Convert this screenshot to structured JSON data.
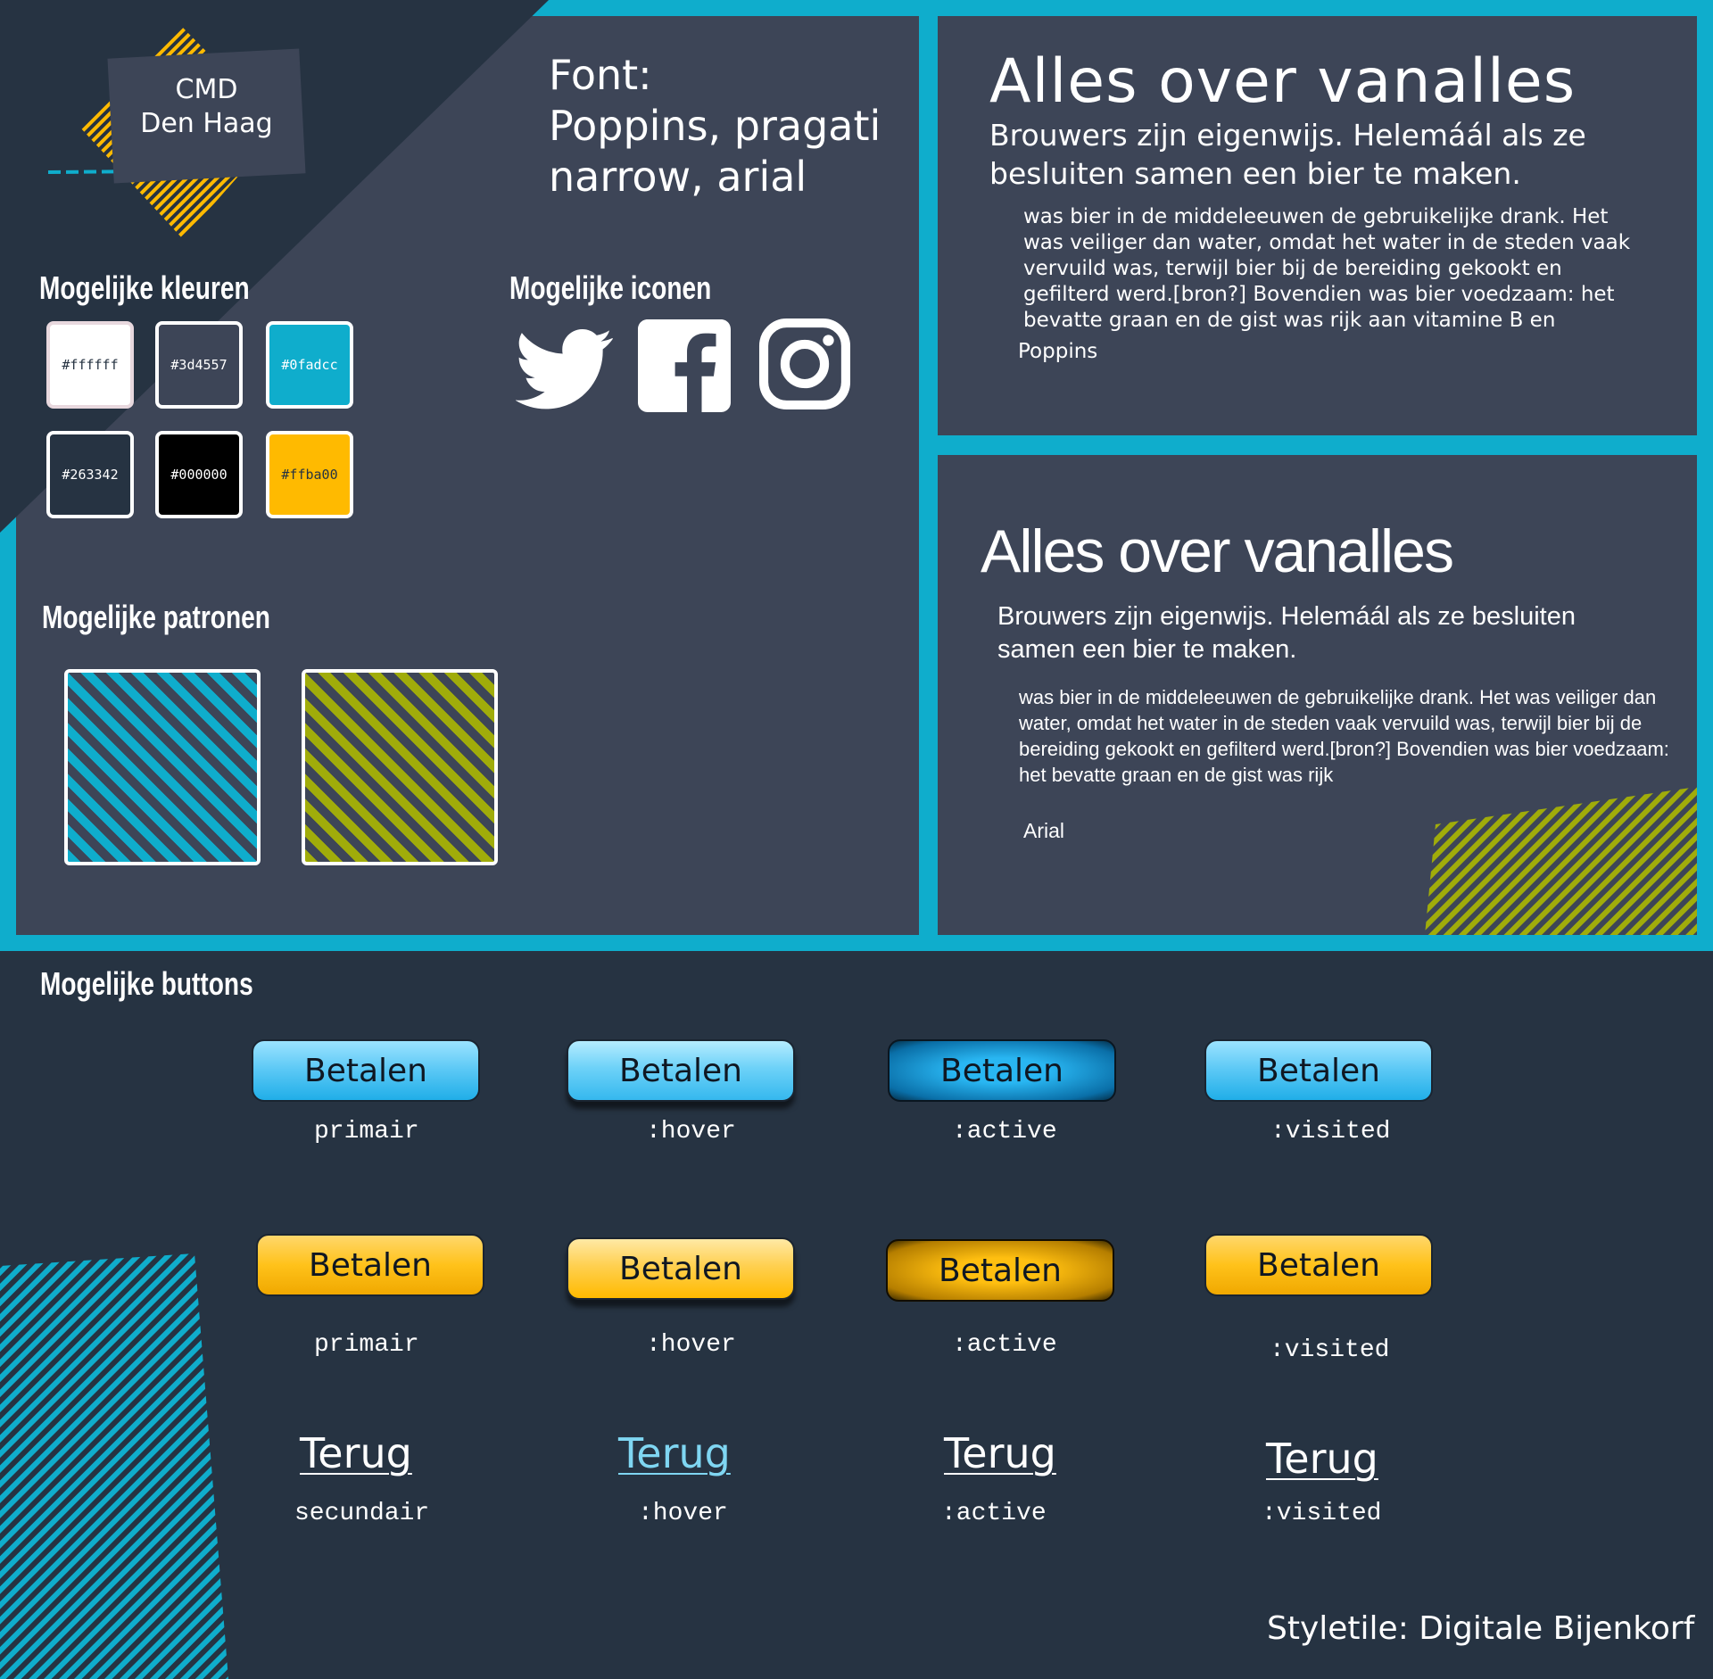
{
  "logo": {
    "line1": "CMD",
    "line2": "Den Haag"
  },
  "font_info": {
    "label": "Font:",
    "line1": "Poppins, pragati",
    "line2": "narrow, arial"
  },
  "colors": {
    "heading": "Mogelijke kleuren",
    "swatches": [
      {
        "label": "#ffffff",
        "hex": "#ffffff",
        "text": "#263342"
      },
      {
        "label": "#3d4557",
        "hex": "#3d4557",
        "text": "#ffffff"
      },
      {
        "label": "#0fadcc",
        "hex": "#0fadcc",
        "text": "#ffffff"
      },
      {
        "label": "#263342",
        "hex": "#263342",
        "text": "#ffffff"
      },
      {
        "label": "#000000",
        "hex": "#000000",
        "text": "#ffffff"
      },
      {
        "label": "#ffba00",
        "hex": "#ffba00",
        "text": "#263342"
      }
    ]
  },
  "icons": {
    "heading": "Mogelijke iconen",
    "items": [
      "twitter-icon",
      "facebook-icon",
      "instagram-icon"
    ]
  },
  "patterns": {
    "heading": "Mogelijke patronen"
  },
  "sample_poppins": {
    "title": "Alles over vanalles",
    "subtitle": "Brouwers zijn eigenwijs. Helemáál als ze besluiten samen een bier te maken.",
    "body": "was bier in de middeleeuwen de gebruikelijke drank. Het was veiliger dan water, omdat het water in de steden vaak vervuild was, terwijl bier bij de bereiding gekookt en gefilterd werd.[bron?] Bovendien was bier voedzaam: het bevatte graan en de gist was rijk aan vitamine B en",
    "font_label": "Poppins"
  },
  "sample_arial": {
    "title": "Alles over vanalles",
    "subtitle": "Brouwers zijn eigenwijs. Helemáál als ze besluiten samen een bier te maken.",
    "body": "was bier in de middeleeuwen de gebruikelijke drank. Het was veiliger dan water, omdat het water in de steden vaak vervuild was, terwijl bier bij de bereiding gekookt en gefilterd werd.[bron?] Bovendien was bier voedzaam: het bevatte graan en de gist was rijk",
    "font_label": "Arial"
  },
  "buttons": {
    "heading": "Mogelijke buttons",
    "label": "Betalen",
    "link_label": "Terug",
    "states_primary": [
      "primair",
      ":hover",
      ":active",
      ":visited"
    ],
    "states_secondary": [
      "secundair",
      ":hover",
      ":active",
      ":visited"
    ]
  },
  "footer": {
    "text": "Styletile: Digitale Bijenkorf"
  },
  "palette": {
    "accent": "#0fadcc",
    "panel": "#3d4557",
    "background": "#263342",
    "yellow": "#ffba00",
    "link_hover": "#7fd6f2"
  }
}
